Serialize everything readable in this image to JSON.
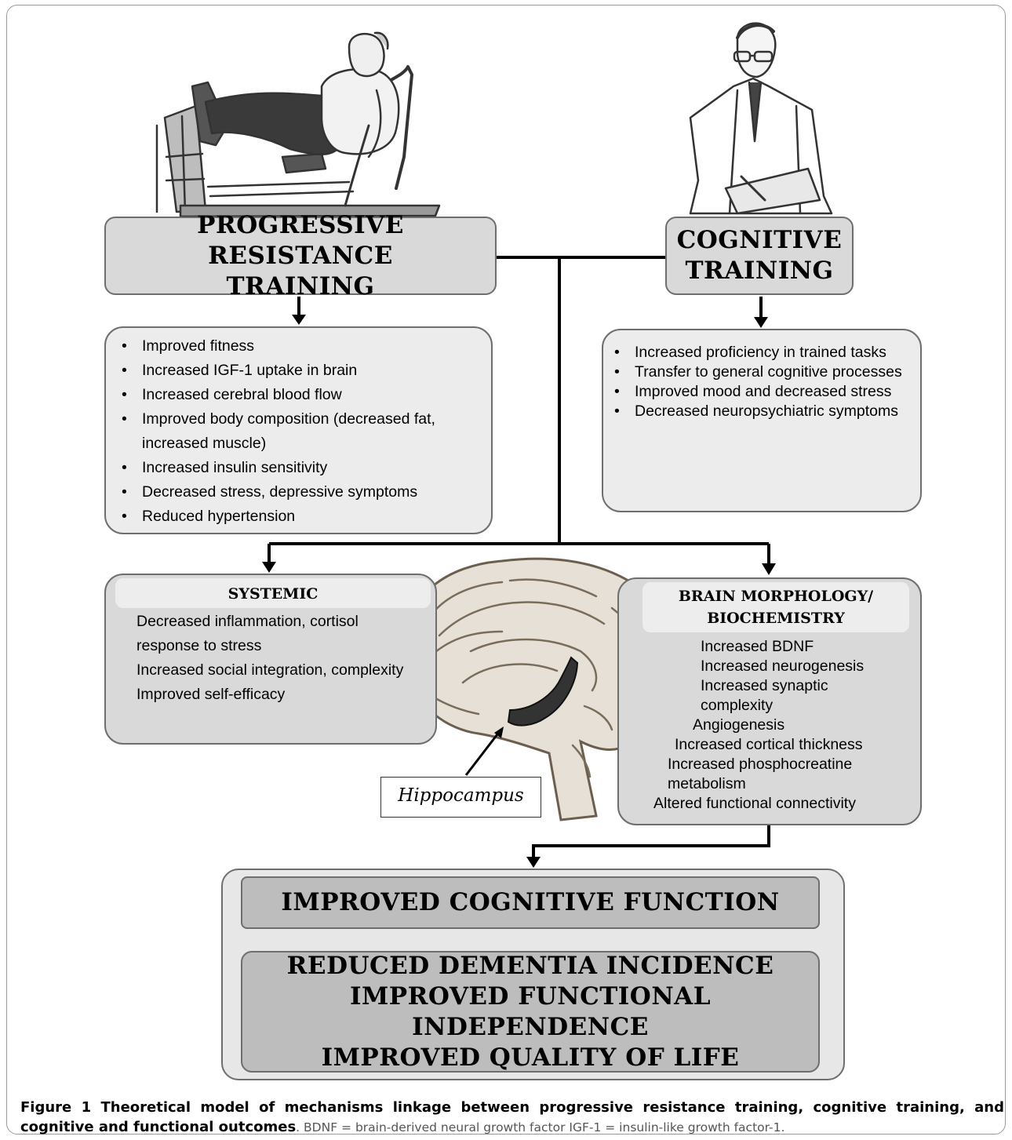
{
  "prt": {
    "title_l1": "PROGRESSIVE RESISTANCE",
    "title_l2": "TRAINING",
    "items": [
      "Improved fitness",
      "Increased IGF-1 uptake in brain",
      "Increased cerebral blood flow",
      "Improved body composition (decreased fat, increased muscle)",
      "Increased insulin sensitivity",
      "Decreased stress, depressive symptoms",
      "Reduced hypertension"
    ]
  },
  "ct": {
    "title_l1": "COGNITIVE",
    "title_l2": "TRAINING",
    "items": [
      "Increased proficiency in trained tasks",
      "Transfer to general cognitive processes",
      "Improved mood and decreased stress",
      "Decreased neuropsychiatric symptoms"
    ]
  },
  "systemic": {
    "title": "SYSTEMIC",
    "items": [
      "Decreased inflammation, cortisol response to stress",
      "Increased social integration, complexity",
      "Improved self-efficacy"
    ]
  },
  "brain": {
    "title_l1": "BRAIN MORPHOLOGY/",
    "title_l2": "BIOCHEMISTRY",
    "items": [
      "Increased BDNF",
      "Increased neurogenesis",
      "Increased synaptic complexity",
      "Angiogenesis",
      "Increased cortical thickness",
      "Increased phosphocreatine metabolism",
      "Altered functional connectivity"
    ]
  },
  "hippocampus_label": "Hippocampus",
  "outcome_1": "IMPROVED COGNITIVE FUNCTION",
  "outcomes_2": [
    "REDUCED DEMENTIA INCIDENCE",
    "IMPROVED FUNCTIONAL INDEPENDENCE",
    "IMPROVED QUALITY OF LIFE"
  ],
  "caption": {
    "bold": "Figure 1 Theoretical model of mechanisms linkage between progressive resistance training, cognitive training, and cognitive and functional outcomes",
    "rest": ". BDNF = brain-derived neural growth factor IGF-1 = insulin-like growth factor-1."
  }
}
